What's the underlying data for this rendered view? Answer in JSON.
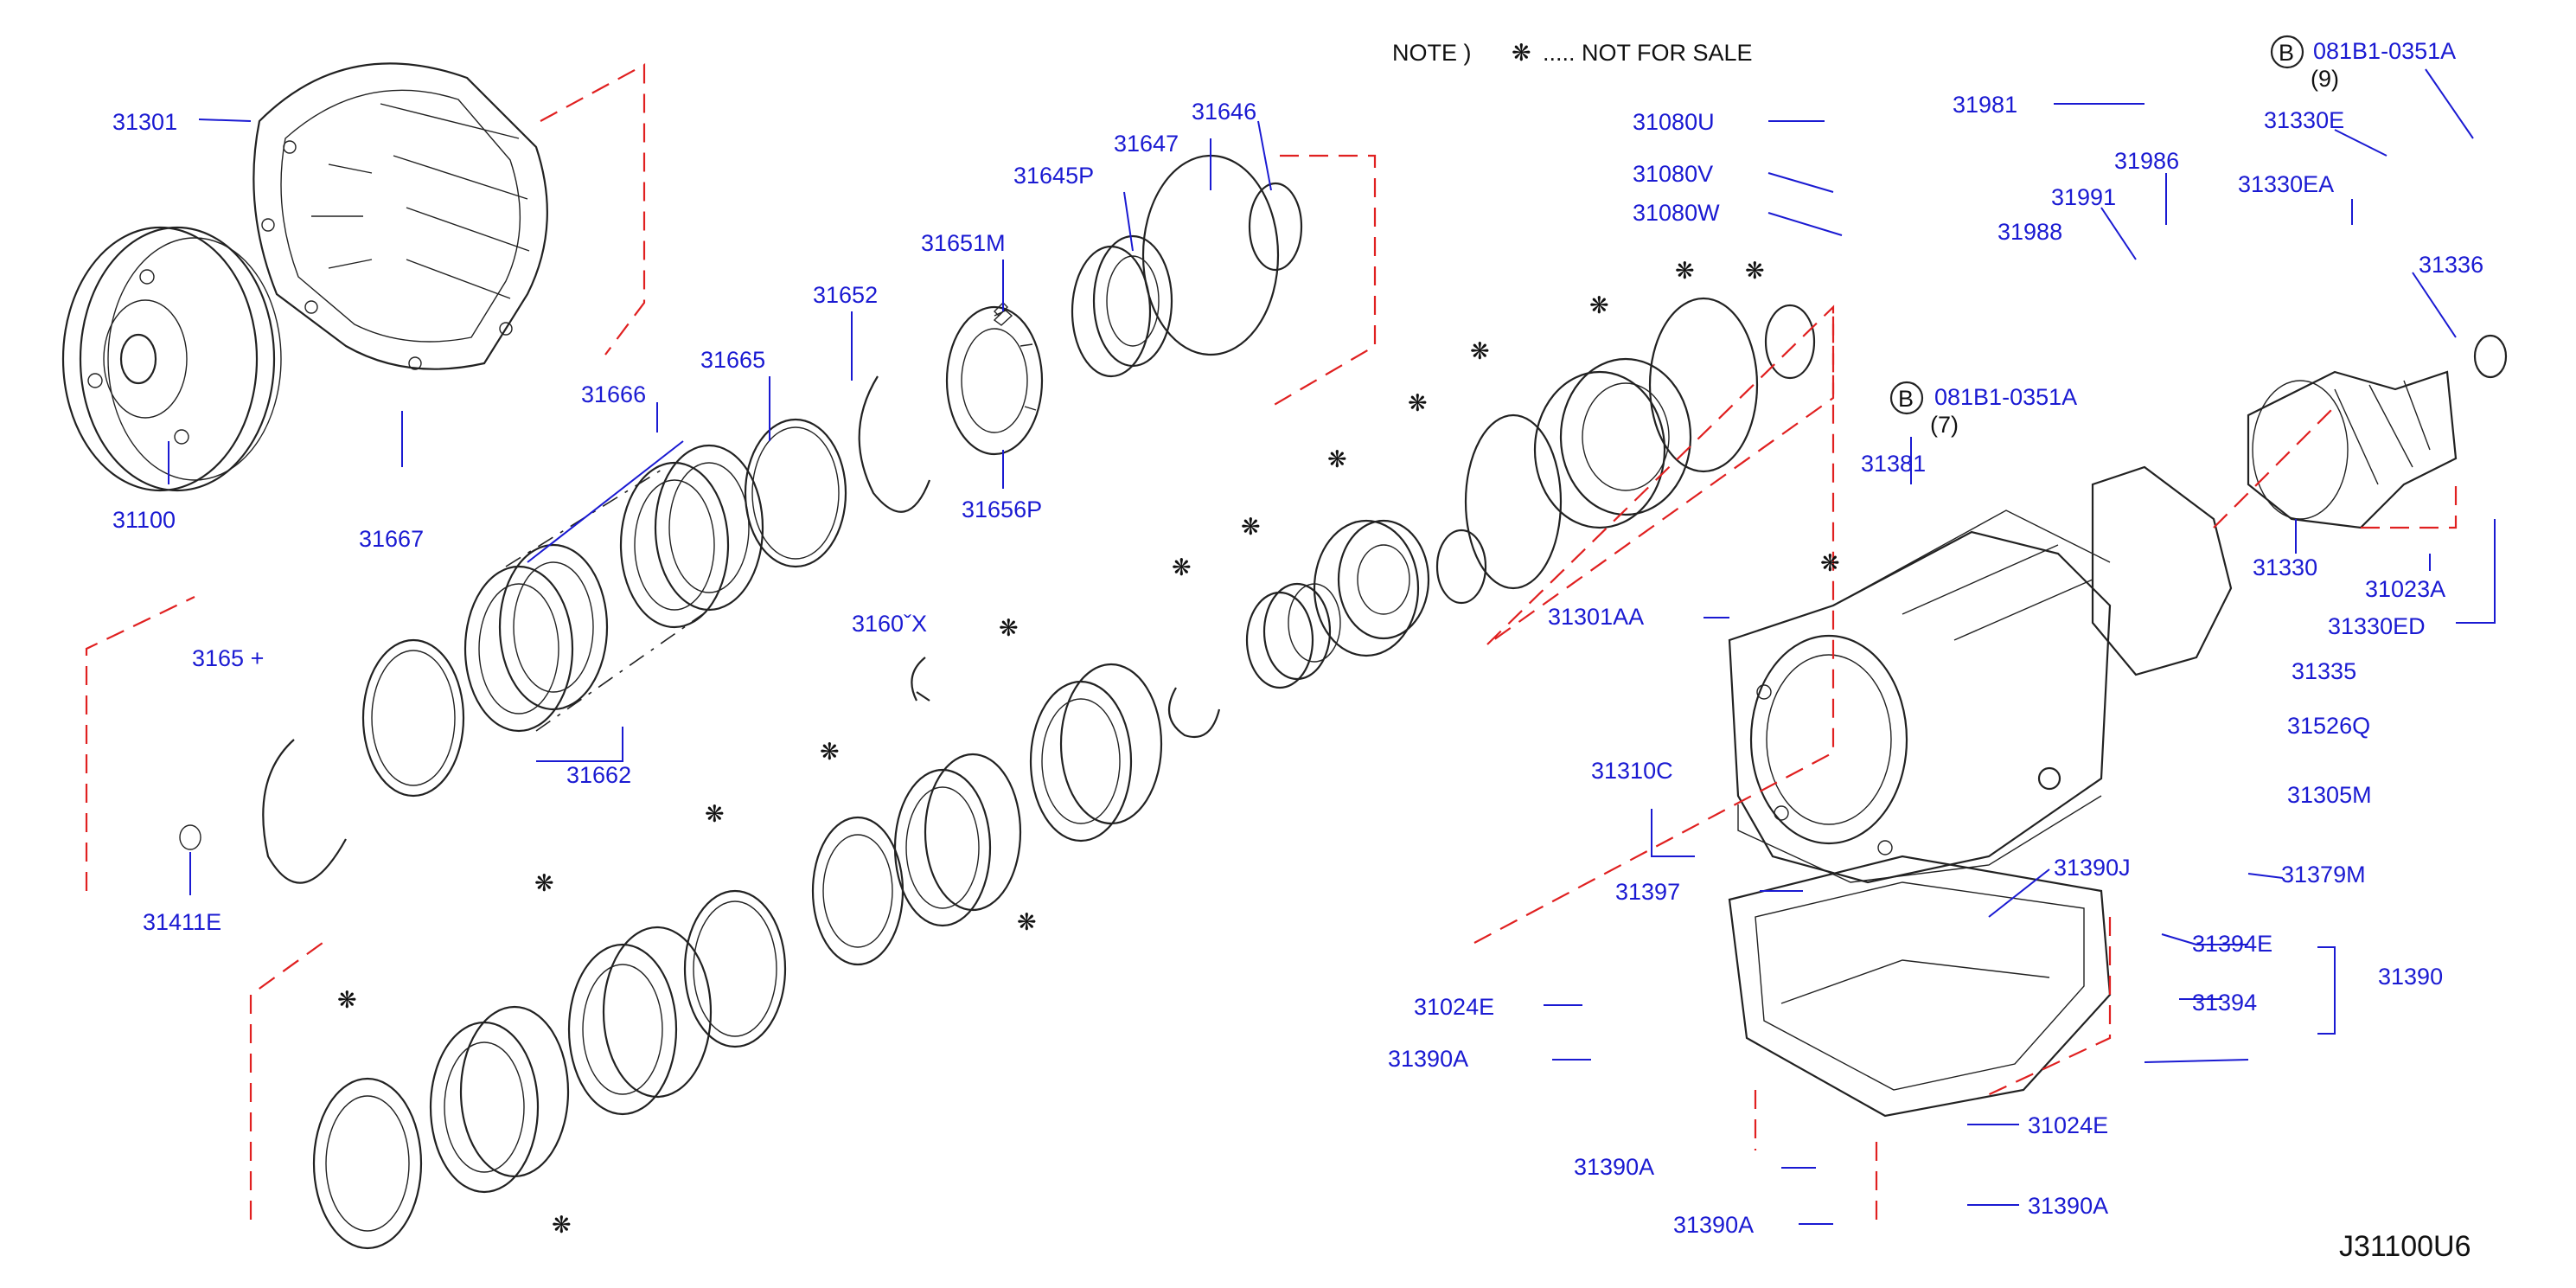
{
  "note": {
    "prefix": "NOTE )",
    "asterisk": "❋",
    "text": "..... NOT FOR SALE"
  },
  "diagram_id": "J31100U6",
  "bolt_callouts": [
    {
      "circle": "B",
      "part": "081B1-0351A",
      "qty": "(9)"
    },
    {
      "circle": "B",
      "part": "081B1-0351A",
      "qty": "(7)"
    }
  ],
  "part_labels": [
    "31301",
    "31100",
    "31666",
    "31665",
    "31652",
    "31651M",
    "31645P",
    "31647",
    "31646",
    "31656P",
    "31667",
    "3165 +",
    "31662",
    "31411E",
    "3160ˇX",
    "31080U",
    "31080V",
    "31080W",
    "31981",
    "31986",
    "31991",
    "31988",
    "31330E",
    "31330EA",
    "31336",
    "31381",
    "31301AA",
    "31330",
    "31023A",
    "31330ED",
    "31335",
    "31526Q",
    "31305M",
    "31310C",
    "31397",
    "31390J",
    "31379M",
    "31394E",
    "31394",
    "31390",
    "31024E",
    "31390A",
    "31024E",
    "31390A",
    "31390A",
    "31390A"
  ],
  "asterisk_marks": [
    "❋"
  ]
}
